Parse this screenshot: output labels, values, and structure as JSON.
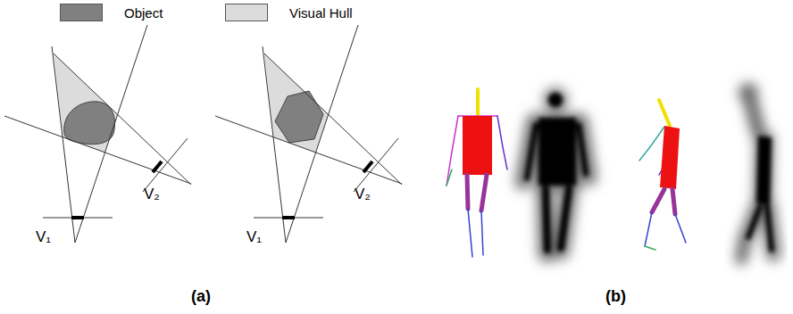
{
  "diagram": {
    "labels": [
      "V₁",
      "V₂",
      "V₁",
      "V₂",
      "(a)",
      "(b)"
    ],
    "legend": [
      {
        "text": "Object",
        "color": "#808080"
      },
      {
        "text": "Visual Hull",
        "color": "#dcdcdc"
      }
    ]
  }
}
